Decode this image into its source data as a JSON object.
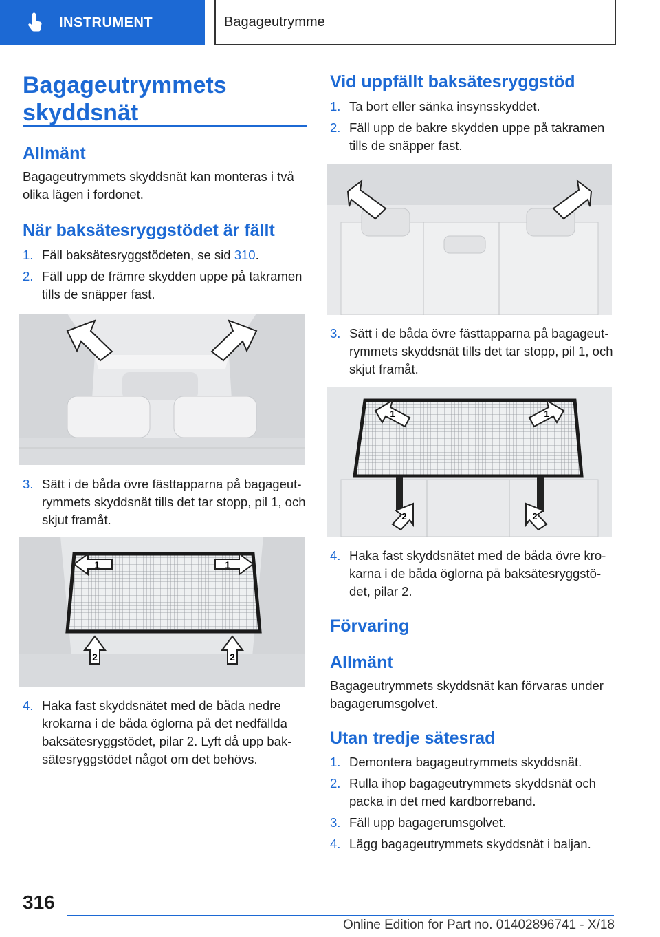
{
  "header": {
    "tab_label": "INSTRUMENT",
    "section_title": "Bagageutrymme",
    "tab_color": "#1c69d4"
  },
  "left": {
    "title": "Bagageutrymmets skyddsnät",
    "general_heading": "Allmänt",
    "general_text": "Bagageutrymmets skyddsnät kan monteras i två olika lägen i fordonet.",
    "folded_heading": "När baksätesryggstödet är fällt",
    "steps": [
      {
        "num": "1.",
        "text_before": "Fäll baksätesryggstödeten, se sid ",
        "link": "310",
        "text_after": "."
      },
      {
        "num": "2.",
        "text": "Fäll upp de främre skydden uppe på takra­men tills de snäpper fast."
      },
      {
        "num": "3.",
        "text": "Sätt i de båda övre fästtapparna på bagageut­rymmets skyddsnät tills det tar stopp, pil 1, och skjut framåt."
      },
      {
        "num": "4.",
        "text": "Haka fast skyddsnätet med de båda nedre krokarna i de båda öglorna på det nedfällda baksätesryggstödet, pilar 2. Lyft då upp bak­sätesryggstödet något om det behövs."
      }
    ],
    "figure3_labels": [
      "1",
      "1",
      "2",
      "2"
    ]
  },
  "right": {
    "upright_heading": "Vid uppfällt baksätesryggstöd",
    "steps": [
      {
        "num": "1.",
        "text": "Ta bort eller sänka insynsskyddet."
      },
      {
        "num": "2.",
        "text": "Fäll upp de bakre skydden uppe på takramen tills de snäpper fast."
      },
      {
        "num": "3.",
        "text": "Sätt i de båda övre fästtapparna på bagageut­rymmets skyddsnät tills det tar stopp, pil 1, och skjut framåt."
      },
      {
        "num": "4.",
        "text": "Haka fast skyddsnätet med de båda övre kro­karna i de båda öglorna på baksätesryggstö­det, pilar 2."
      }
    ],
    "figure2_labels": [
      "1",
      "1",
      "2",
      "2"
    ],
    "storage_heading": "Förvaring",
    "storage_general_heading": "Allmänt",
    "storage_general_text": "Bagageutrymmets skyddsnät kan förvaras under bagagerumsgolvet.",
    "no_third_row_heading": "Utan tredje sätesrad",
    "storage_steps": [
      {
        "num": "1.",
        "text": "Demontera bagageutrymmets skyddsnät."
      },
      {
        "num": "2.",
        "text": "Rulla ihop bagageutrymmets skyddsnät och packa in det med kardborreband."
      },
      {
        "num": "3.",
        "text": "Fäll upp bagagerumsgolvet."
      },
      {
        "num": "4.",
        "text": "Lägg bagageutrymmets skyddsnät i baljan."
      }
    ]
  },
  "footer": {
    "page_number": "316",
    "edition_text": "Online Edition for Part no. 01402896741 - X/18"
  }
}
